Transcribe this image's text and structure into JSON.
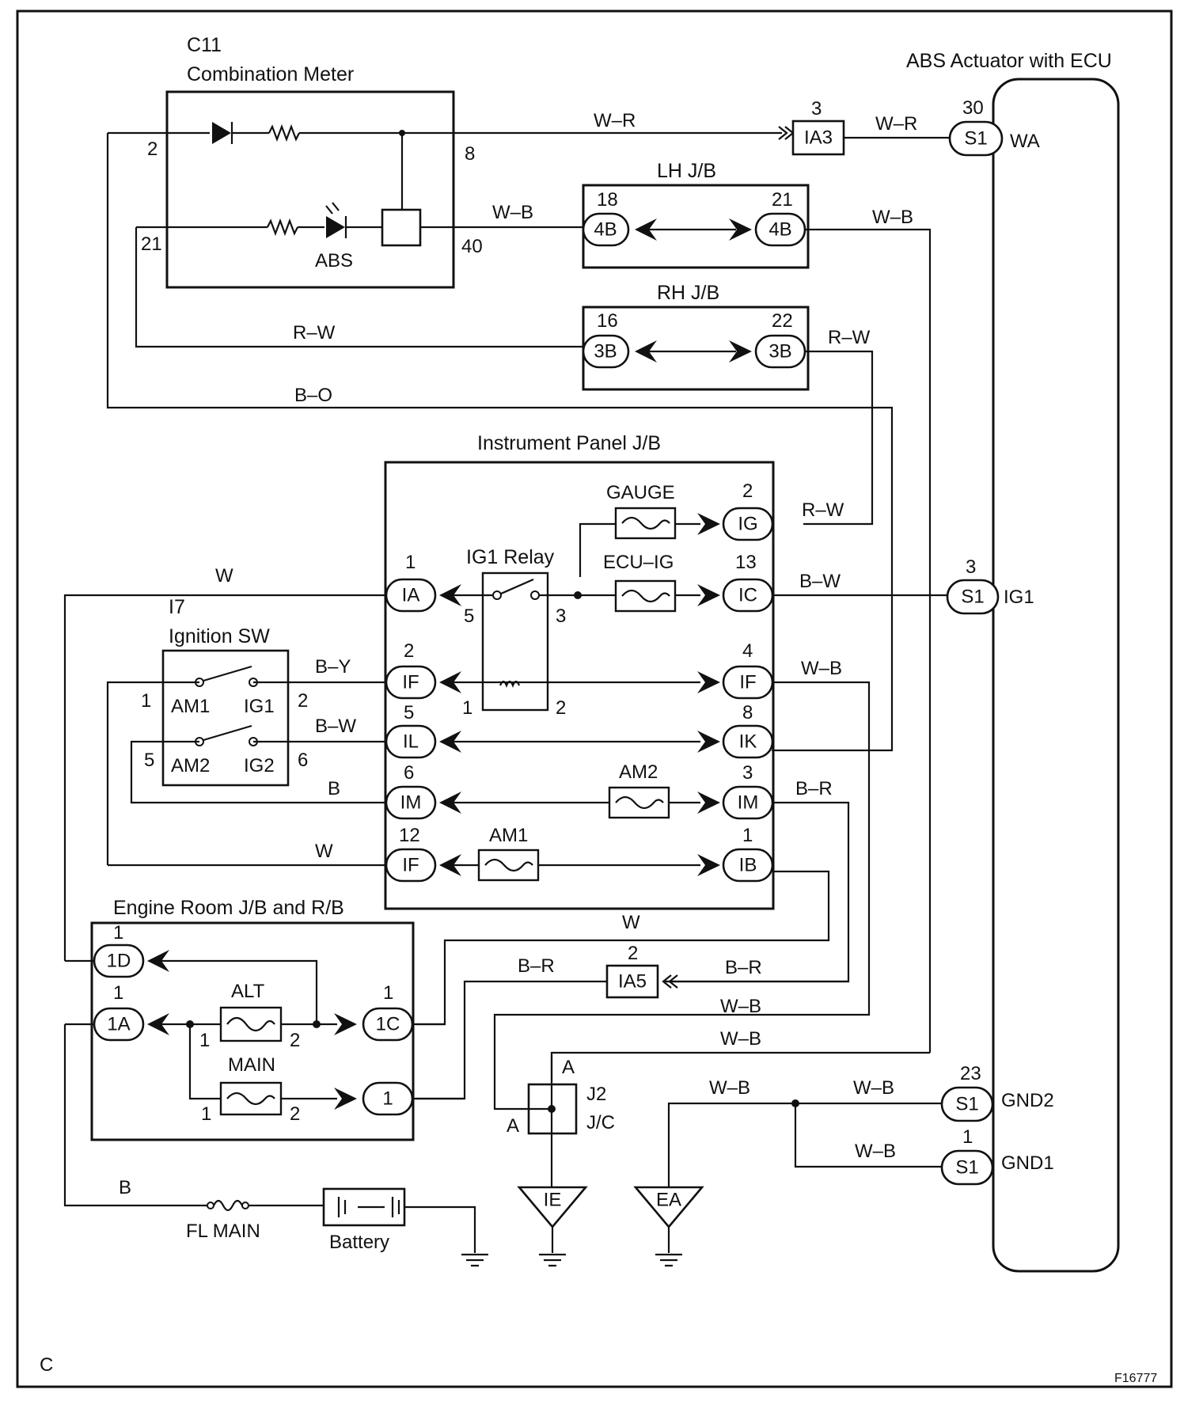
{
  "components": {
    "combination_meter": {
      "code": "C11",
      "name": "Combination Meter",
      "indicator": "ABS"
    },
    "abs_actuator": {
      "name": "ABS Actuator with ECU"
    },
    "lh_jb": {
      "name": "LH J/B"
    },
    "rh_jb": {
      "name": "RH J/B"
    },
    "instrument_panel_jb": {
      "name": "Instrument Panel J/B"
    },
    "ig1_relay": {
      "name": "IG1 Relay"
    },
    "ignition_sw": {
      "code": "I7",
      "name": "Ignition SW"
    },
    "engine_room_jb": {
      "name": "Engine Room J/B and R/B"
    },
    "junction_connector": {
      "code": "J2",
      "name": "J/C",
      "pin": "A"
    },
    "fl_main": {
      "name": "FL MAIN"
    },
    "battery": {
      "name": "Battery"
    }
  },
  "fuses": {
    "gauge": "GAUGE",
    "ecu_ig": "ECU–IG",
    "am2": "AM2",
    "am1": "AM1",
    "alt": "ALT",
    "main": "MAIN"
  },
  "switch_contacts": {
    "am1": "AM1",
    "ig1": "IG1",
    "am2": "AM2",
    "ig2": "IG2"
  },
  "connectors": {
    "ia3": "IA3",
    "ia5": "IA5",
    "s1": "S1",
    "c4b": "4B",
    "c3b": "3B",
    "ig": "IG",
    "ia": "IA",
    "ic": "IC",
    "if": "IF",
    "il": "IL",
    "ik": "IK",
    "im": "IM",
    "ib": "IB",
    "c1d": "1D",
    "c1a": "1A",
    "c1c": "1C",
    "c1": "1"
  },
  "terminals": {
    "wa": "WA",
    "ig1": "IG1",
    "gnd2": "GND2",
    "gnd1": "GND1"
  },
  "grounds": {
    "ie": "IE",
    "ea": "EA"
  },
  "pins": {
    "p2": "2",
    "p8": "8",
    "p21": "21",
    "p40": "40",
    "p3": "3",
    "p30": "30",
    "p18": "18",
    "p16": "16",
    "p22": "22",
    "p1": "1",
    "p5": "5",
    "p13": "13",
    "p4": "4",
    "p6": "6",
    "p12": "12",
    "p23": "23",
    "pa": "A"
  },
  "wires": {
    "wr": "W–R",
    "wb": "W–B",
    "rw": "R–W",
    "bo": "B–O",
    "w": "W",
    "bw": "B–W",
    "by": "B–Y",
    "b": "B",
    "br": "B–R"
  },
  "footer": {
    "corner_letter": "C",
    "figure_id": "F16777"
  }
}
